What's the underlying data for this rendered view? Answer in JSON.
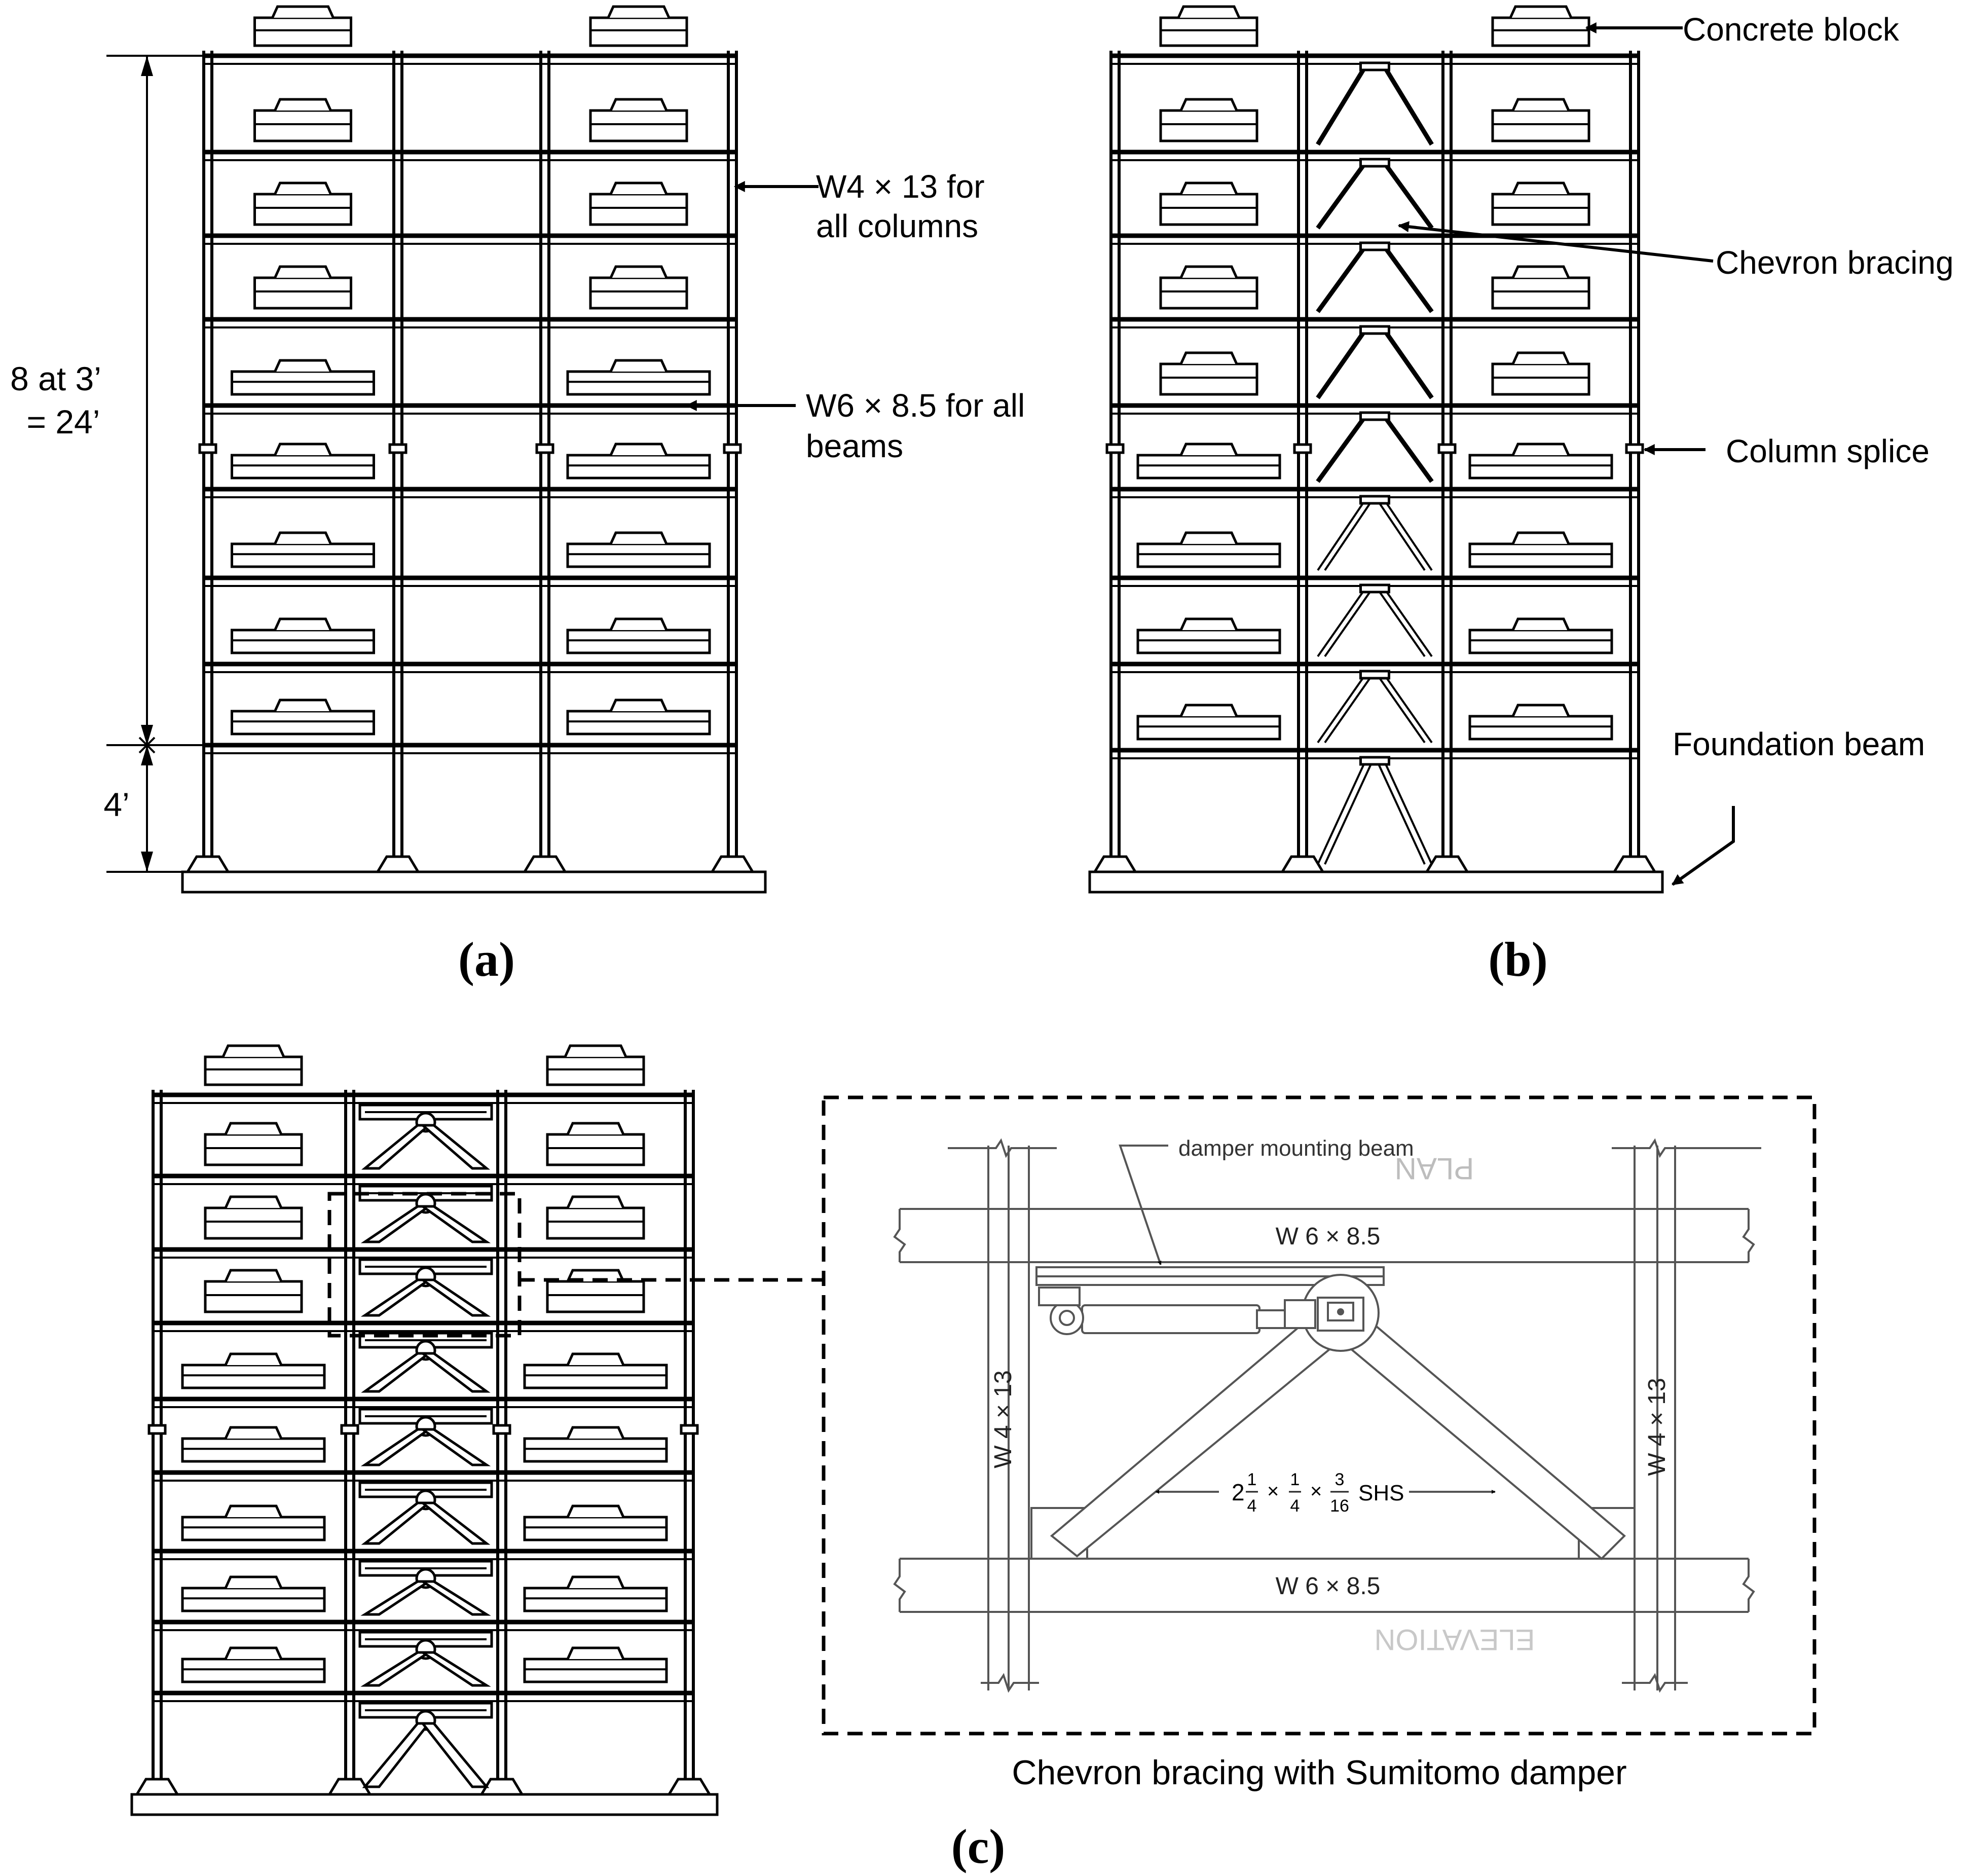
{
  "panel_a": {
    "dim_height_label_1": "8 at 3’",
    "dim_height_label_2": "= 24’",
    "dim_base_label": "4’",
    "column_label_1": "W4 × 13 for",
    "column_label_2": "all columns",
    "beam_label_1": "W6 × 8.5 for all",
    "beam_label_2": "beams",
    "caption": "a"
  },
  "panel_b": {
    "concrete_block_label": "Concrete block",
    "chevron_bracing_label": "Chevron bracing",
    "column_splice_label": "Column splice",
    "foundation_beam_label": "Foundation beam",
    "caption": "b"
  },
  "panel_c": {
    "damper_beam_label": "damper mounting beam",
    "top_beam_label": "W 6 × 8.5",
    "bottom_beam_label": "W 6 × 8.5",
    "left_column_label": "W 4 × 13",
    "right_column_label": "W 4 × 13",
    "brace_whole": "2",
    "brace_frac1_num": "1",
    "brace_frac1_den": "4",
    "brace_times": "×",
    "brace_frac2_num": "1",
    "brace_frac2_den": "4",
    "brace_frac3_num": "3",
    "brace_frac3_den": "16",
    "brace_type": "SHS",
    "ghost_plan": "PLAN",
    "ghost_elevation": "ELEVATION",
    "detail_caption": "Chevron bracing with Sumitomo damper",
    "caption": "c"
  }
}
